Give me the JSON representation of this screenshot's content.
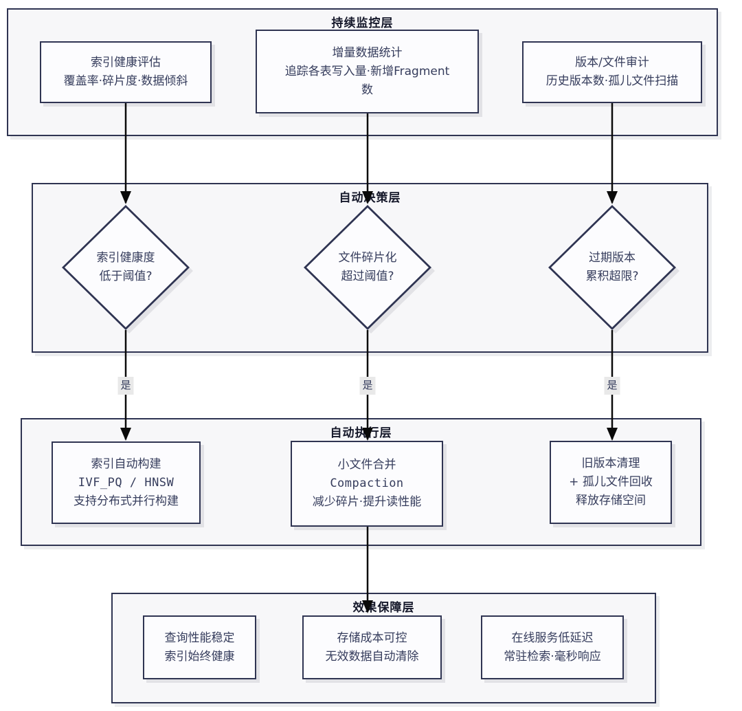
{
  "diagram": {
    "layers": [
      {
        "title": "持续监控层",
        "nodes": [
          {
            "lines": [
              "索引健康评估",
              "覆盖率·碎片度·数据倾斜"
            ]
          },
          {
            "lines": [
              "增量数据统计",
              "追踪各表写入量·新增Fragment",
              "数"
            ]
          },
          {
            "lines": [
              "版本/文件审计",
              "历史版本数·孤儿文件扫描"
            ]
          }
        ]
      },
      {
        "title": "自动决策层",
        "nodes": [
          {
            "lines": [
              "索引健康度",
              "低于阈值?"
            ]
          },
          {
            "lines": [
              "文件碎片化",
              "超过阈值?"
            ]
          },
          {
            "lines": [
              "过期版本",
              "累积超限?"
            ]
          }
        ]
      },
      {
        "title": "自动执行层",
        "nodes": [
          {
            "lines": [
              "索引自动构建",
              "IVF_PQ / HNSW",
              "支持分布式并行构建"
            ]
          },
          {
            "lines": [
              "小文件合并",
              "Compaction",
              "减少碎片·提升读性能"
            ]
          },
          {
            "lines": [
              "旧版本清理",
              "+ 孤儿文件回收",
              "释放存储空间"
            ]
          }
        ]
      },
      {
        "title": "效果保障层",
        "nodes": [
          {
            "lines": [
              "查询性能稳定",
              "索引始终健康"
            ]
          },
          {
            "lines": [
              "存储成本可控",
              "无效数据自动清除"
            ]
          },
          {
            "lines": [
              "在线服务低延迟",
              "常驻检索·毫秒响应"
            ]
          }
        ]
      }
    ],
    "edge_labels": {
      "yes": "是"
    },
    "colors": {
      "border": "#2f3452",
      "container_fill": "#f7f7f9",
      "node_fill": "#fcfcfe",
      "arrow": "#0a0a0a",
      "edge_label_bg": "#e9e9e9",
      "title_color": "#15182a"
    }
  }
}
